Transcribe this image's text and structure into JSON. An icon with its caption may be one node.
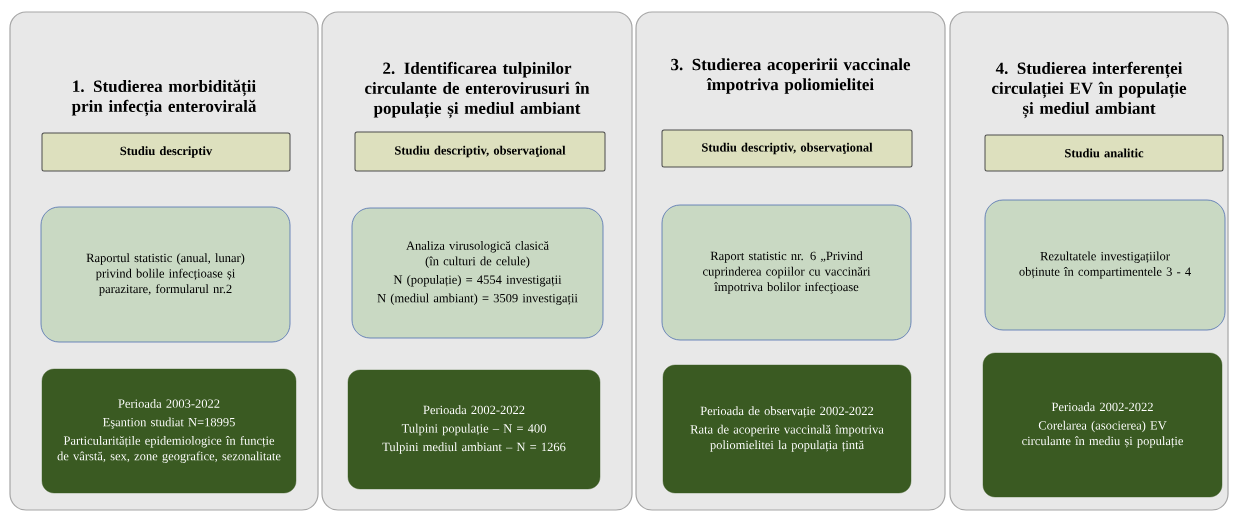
{
  "diagram": {
    "nodes": [
      {
        "text": [
          "1. Studierea morbidității prin infecția enterovirală"
        ]
      },
      {
        "text": [
          "Studiu descriptiv"
        ],
        "in": 0
      },
      {
        "text": [
          "Raportul statistic (anual, lunar) privind bolile infecțioase și parazitare, formularul nr.2"
        ],
        "in": 0
      },
      {
        "text": [
          "Perioada 2003-2022",
          "Eşantion studiat N=18995",
          "Particularitățile epidemiologice în funcție de vârstă, sex, zone geografice, sezonalitate"
        ],
        "in": 0
      },
      {
        "text": [
          "2. Identificarea tulpinilor circulante de enterovirusuri în populație și mediul ambiant"
        ]
      },
      {
        "text": [
          "Studiu descriptiv, observaţional"
        ],
        "in": 4
      },
      {
        "text": [
          "Analiza virusologică clasică (în culturi de celule)",
          "N (populație) = 4554 investigații",
          "N (mediul ambiant) = 3509 investigații"
        ],
        "in": 4
      },
      {
        "text": [
          "Perioada 2002-2022",
          "Tulpini populație – N = 400",
          "Tulpini mediul ambiant – N = 1266"
        ],
        "in": 4
      },
      {
        "text": [
          "3. Studierea acoperirii vaccinale împotriva poliomielitei"
        ]
      },
      {
        "text": [
          "Studiu descriptiv, observaţional"
        ],
        "in": 8
      },
      {
        "text": [
          "Raport statistic nr. 6 „Privind cuprinderea copiilor cu vaccinări împotriva bolilor infecţioase"
        ],
        "in": 8
      },
      {
        "text": [
          "Perioada de observație 2002-2022",
          "Rata de acoperire vaccinală împotriva poliomielitei la populația țintă"
        ],
        "in": 8
      },
      {
        "text": [
          "4. Studierea interferenței circulației EV în populație și mediul ambiant"
        ]
      },
      {
        "text": [
          "Studiu analitic"
        ],
        "in": 12
      },
      {
        "text": [
          "Rezultatele investigațiilor obținute în compartimentele 3 - 4"
        ],
        "in": 12
      },
      {
        "text": [
          "Perioada 2002-2022",
          "Corelarea (asocierea) EV circulante în mediu și populație"
        ],
        "in": 12
      }
    ]
  }
}
